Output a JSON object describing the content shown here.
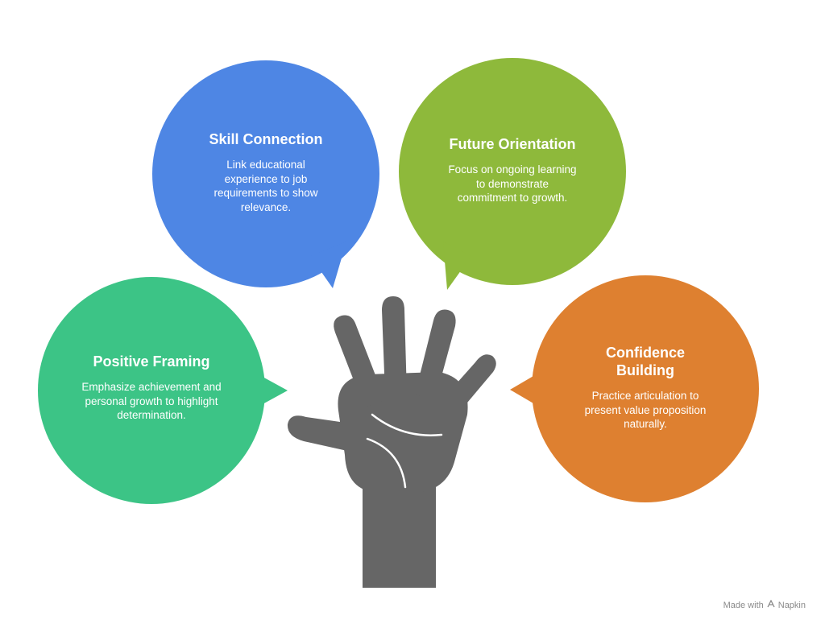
{
  "bubbles": {
    "skill": {
      "title": "Skill Connection",
      "body": "Link educational experience to job requirements to show relevance.",
      "color": "#4E86E4"
    },
    "future": {
      "title": "Future Orientation",
      "body": "Focus on ongoing learning to demonstrate commitment to growth.",
      "color": "#8EB93B"
    },
    "positive": {
      "title": "Positive Framing",
      "body": "Emphasize achievement and personal growth to highlight determination.",
      "color": "#3CC486"
    },
    "confidence": {
      "title": "Confidence Building",
      "body": "Practice articulation to present value proposition naturally.",
      "color": "#DE8030"
    }
  },
  "hand": {
    "color": "#666666",
    "icon": "raised-hand-icon"
  },
  "watermark": {
    "prefix": "Made with",
    "brand": "Napkin",
    "icon": "napkin-logo-icon"
  }
}
